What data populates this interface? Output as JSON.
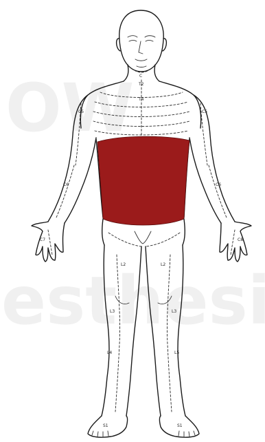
{
  "watermark": {
    "line1": "OW",
    "line2": "esthesia"
  },
  "highlight": {
    "region": "thoracic-abdominal trunk",
    "color": "#9b1b1b"
  },
  "segment_labels": {
    "neck": "C",
    "sternum_a": "T2",
    "sternum_b": "T4",
    "arm_left": "C5",
    "arm_right": "C5",
    "forearm_left": "C6",
    "forearm_right": "C6",
    "hand_left": "C7",
    "hand_right": "C8",
    "thigh_left": "L2",
    "thigh_right": "L2",
    "knee_left": "L3",
    "knee_right": "L3",
    "shin_left": "L4",
    "shin_right": "L5",
    "foot_left": "S1",
    "foot_right": "S1"
  }
}
